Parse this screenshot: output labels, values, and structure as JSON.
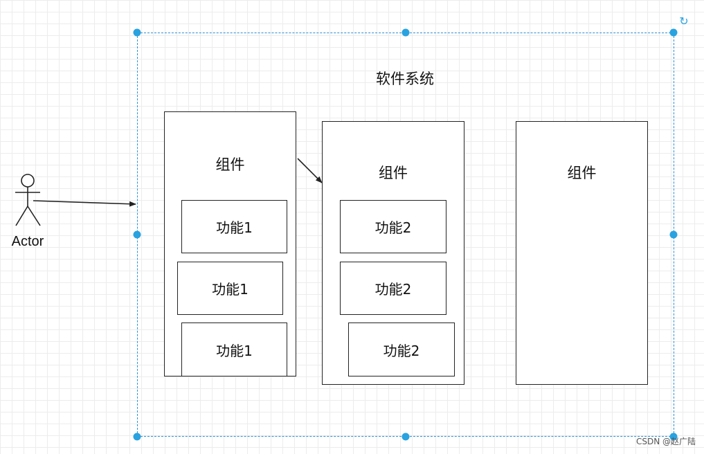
{
  "diagram": {
    "system_title": "软件系统",
    "actor": {
      "label": "Actor"
    },
    "components": [
      {
        "label": "组件",
        "functions": [
          "功能1",
          "功能1",
          "功能1"
        ]
      },
      {
        "label": "组件",
        "functions": [
          "功能2",
          "功能2",
          "功能2"
        ]
      },
      {
        "label": "组件",
        "functions": []
      }
    ],
    "colors": {
      "selection": "#29a2e0",
      "line": "#222222"
    }
  },
  "watermark": "CSDN @赵广陆"
}
